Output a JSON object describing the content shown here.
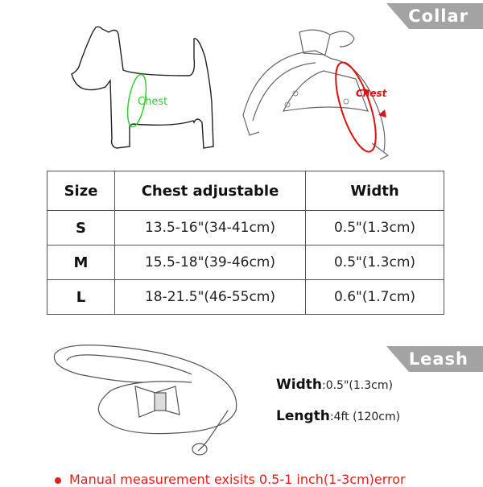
{
  "collar_tag": "Collar",
  "leash_tag": "Leash",
  "dog_illustration": {
    "chest_label": "Chest",
    "chest_color": "#33cc33"
  },
  "harness_illustration": {
    "chest_label": "Chest",
    "chest_color": "#dd1111"
  },
  "size_table": {
    "headers": [
      "Size",
      "Chest adjustable",
      "Width"
    ],
    "rows": [
      {
        "size": "S",
        "chest": "13.5-16\"(34-41cm)",
        "width": "0.5\"(1.3cm)"
      },
      {
        "size": "M",
        "chest": "15.5-18\"(39-46cm)",
        "width": "0.5\"(1.3cm)"
      },
      {
        "size": "L",
        "chest": "18-21.5\"(46-55cm)",
        "width": "0.6\"(1.7cm)"
      }
    ]
  },
  "leash_specs": {
    "width_label": "Width",
    "width_value": ":0.5\"(1.3cm)",
    "length_label": "Length",
    "length_value": ":4ft (120cm)"
  },
  "note": "Manual measurement exisits 0.5-1 inch(1-3cm)error",
  "colors": {
    "tag_bg": "#a3a3a3",
    "note_red": "#e0211b"
  }
}
